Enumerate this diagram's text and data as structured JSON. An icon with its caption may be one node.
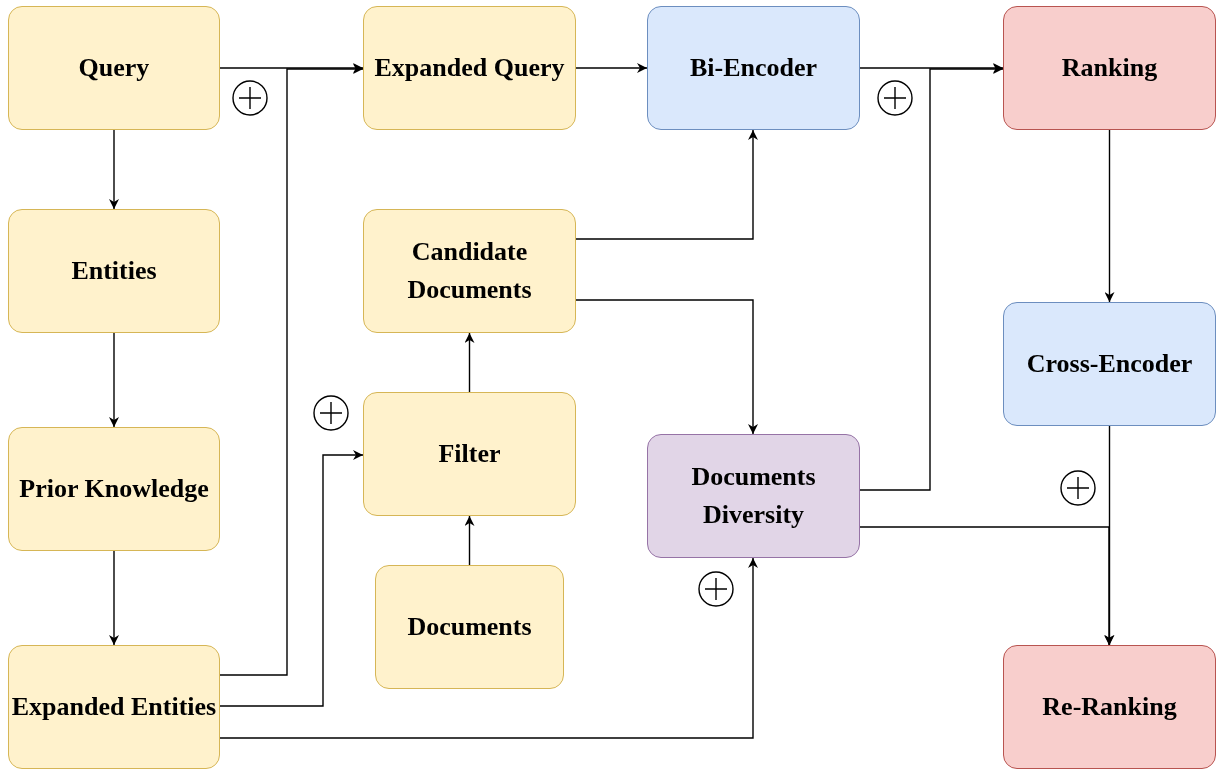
{
  "diagram": {
    "nodes": [
      {
        "text": [
          "Query"
        ]
      },
      {
        "text": [
          "Entities"
        ]
      },
      {
        "text": [
          "Prior Knowledge"
        ]
      },
      {
        "text": [
          "Expanded Entities"
        ]
      },
      {
        "text": [
          "Expanded Query"
        ]
      },
      {
        "text": [
          "Candidate Documents"
        ]
      },
      {
        "text": [
          "Filter"
        ]
      },
      {
        "text": [
          "Documents"
        ]
      },
      {
        "text": [
          "Bi-Encoder"
        ]
      },
      {
        "text": [
          "Documents Diversity"
        ]
      },
      {
        "text": [
          "Ranking"
        ]
      },
      {
        "text": [
          "Cross-Encoder"
        ]
      },
      {
        "text": [
          "Re-Ranking"
        ]
      }
    ],
    "edges": [
      {
        "from": 0,
        "to": 4,
        "arrow": "to"
      },
      {
        "from": 3,
        "to": 4,
        "arrow": "to"
      },
      {
        "from": 0,
        "to": 1,
        "arrow": "to"
      },
      {
        "from": 1,
        "to": 2,
        "arrow": "to"
      },
      {
        "from": 2,
        "to": 3,
        "arrow": "to"
      },
      {
        "from": 3,
        "to": 6,
        "arrow": "to"
      },
      {
        "from": 7,
        "to": 6,
        "arrow": "to"
      },
      {
        "from": 6,
        "to": 5,
        "arrow": "to"
      },
      {
        "from": 4,
        "to": 8,
        "arrow": "to"
      },
      {
        "from": 5,
        "to": 8,
        "arrow": "to"
      },
      {
        "from": 5,
        "to": 9,
        "arrow": "to"
      },
      {
        "from": 3,
        "to": 9,
        "arrow": "to"
      },
      {
        "from": 8,
        "to": 10,
        "arrow": "to"
      },
      {
        "from": 9,
        "to": 10,
        "arrow": "to"
      },
      {
        "from": 10,
        "to": 11,
        "arrow": "to"
      },
      {
        "from": 11,
        "to": 12,
        "arrow": "to"
      },
      {
        "from": 9,
        "to": 12,
        "arrow": "to"
      }
    ]
  }
}
